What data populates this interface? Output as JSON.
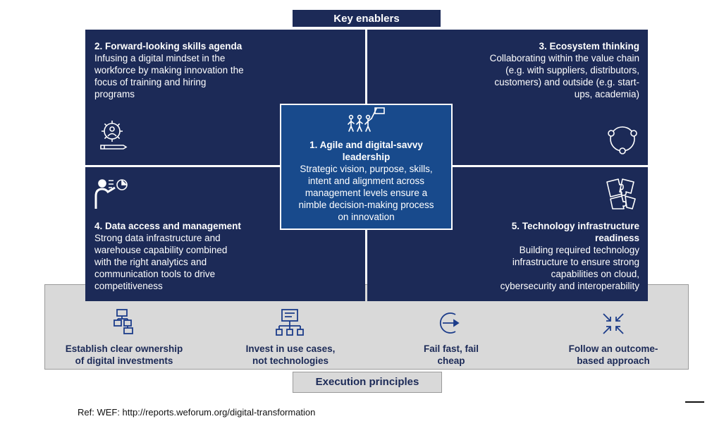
{
  "key_enablers_label": "Key enablers",
  "execution_label": "Execution principles",
  "enablers": {
    "e1": {
      "title": "1. Agile and digital-savvy leadership",
      "lines": [
        "Strategic vision, purpose, skills,",
        "intent and alignment across",
        "management levels ensure a",
        "nimble decision-making process",
        "on innovation"
      ],
      "title_lines": [
        "1. Agile and digital-savvy",
        "leadership"
      ],
      "icon": "people-with-flag-icon"
    },
    "e2": {
      "title": "2. Forward-looking skills agenda",
      "lines": [
        "Infusing a digital mindset in the",
        "workforce by making innovation the",
        "focus of training and hiring",
        "programs"
      ],
      "icon": "gear-person-pencil-icon"
    },
    "e3": {
      "title": "3. Ecosystem thinking",
      "lines": [
        "Collaborating within the value chain",
        "(e.g. with suppliers, distributors,",
        "customers) and outside (e.g. start-",
        "ups, academia)"
      ],
      "icon": "circle-network-icon"
    },
    "e4": {
      "title": "4. Data access and management",
      "lines": [
        "Strong data infrastructure and",
        "warehouse capability combined",
        "with the right analytics and",
        "communication tools to drive",
        "competitiveness"
      ],
      "icon": "person-presenting-chart-icon"
    },
    "e5": {
      "title_lines": [
        "5. Technology infrastructure",
        "readiness"
      ],
      "lines": [
        "Building required technology",
        "infrastructure to ensure strong",
        "capabilities on cloud,",
        "cybersecurity and interoperability"
      ],
      "icon": "puzzle-icon"
    }
  },
  "principles": [
    {
      "lines": [
        "Establish clear ownership",
        "of digital investments"
      ],
      "icon": "flowchart-icon"
    },
    {
      "lines": [
        "Invest in use cases,",
        "not technologies"
      ],
      "icon": "monitor-hierarchy-icon"
    },
    {
      "lines": [
        "Fail fast, fail",
        "cheap"
      ],
      "icon": "circle-arrow-icon"
    },
    {
      "lines": [
        "Follow an outcome-",
        "based approach"
      ],
      "icon": "arrows-inward-icon"
    }
  ],
  "reference": "Ref: WEF: http://reports.weforum.org/digital-transformation",
  "colors": {
    "navy": "#1c2a57",
    "center_blue": "#184a8c",
    "band_gray": "#d9d9d9"
  }
}
